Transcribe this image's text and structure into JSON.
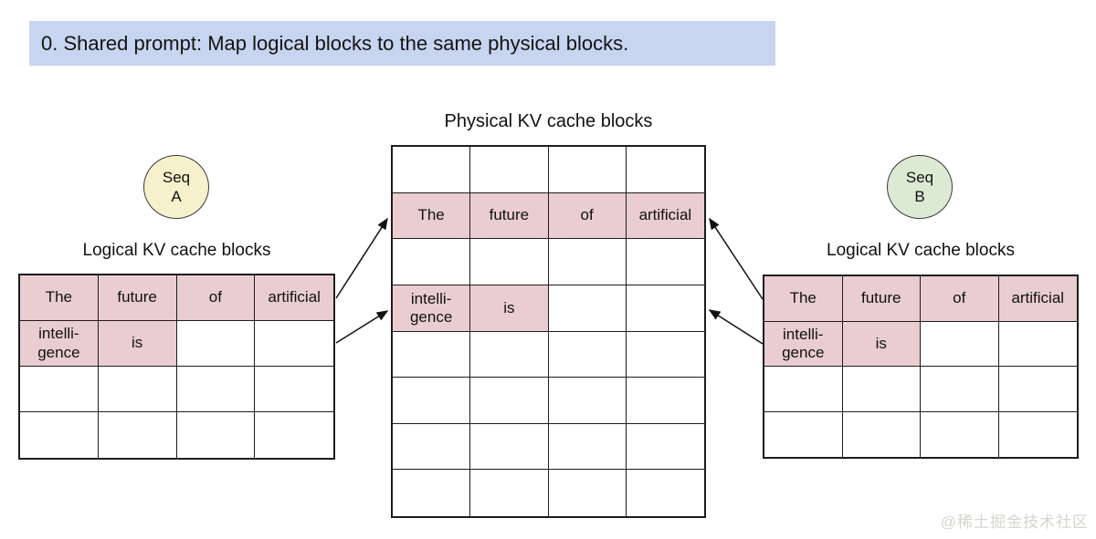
{
  "banner": {
    "label": "0. Shared prompt: Map logical blocks to the same physical blocks."
  },
  "physical": {
    "title": "Physical KV cache blocks",
    "cols": 4,
    "rows": [
      [
        {
          "t": "",
          "f": false
        },
        {
          "t": "",
          "f": false
        },
        {
          "t": "",
          "f": false
        },
        {
          "t": "",
          "f": false
        }
      ],
      [
        {
          "t": "The",
          "f": true
        },
        {
          "t": "future",
          "f": true
        },
        {
          "t": "of",
          "f": true
        },
        {
          "t": "artificial",
          "f": true
        }
      ],
      [
        {
          "t": "",
          "f": false
        },
        {
          "t": "",
          "f": false
        },
        {
          "t": "",
          "f": false
        },
        {
          "t": "",
          "f": false
        }
      ],
      [
        {
          "t": "intelli-\ngence",
          "f": true
        },
        {
          "t": "is",
          "f": true
        },
        {
          "t": "",
          "f": false
        },
        {
          "t": "",
          "f": false
        }
      ],
      [
        {
          "t": "",
          "f": false
        },
        {
          "t": "",
          "f": false
        },
        {
          "t": "",
          "f": false
        },
        {
          "t": "",
          "f": false
        }
      ],
      [
        {
          "t": "",
          "f": false
        },
        {
          "t": "",
          "f": false
        },
        {
          "t": "",
          "f": false
        },
        {
          "t": "",
          "f": false
        }
      ],
      [
        {
          "t": "",
          "f": false
        },
        {
          "t": "",
          "f": false
        },
        {
          "t": "",
          "f": false
        },
        {
          "t": "",
          "f": false
        }
      ],
      [
        {
          "t": "",
          "f": false
        },
        {
          "t": "",
          "f": false
        },
        {
          "t": "",
          "f": false
        },
        {
          "t": "",
          "f": false
        }
      ]
    ]
  },
  "seq_a": {
    "badge_line1": "Seq",
    "badge_line2": "A",
    "label": "Logical KV cache blocks",
    "cols": 4,
    "rows": [
      [
        {
          "t": "The",
          "f": true
        },
        {
          "t": "future",
          "f": true
        },
        {
          "t": "of",
          "f": true
        },
        {
          "t": "artificial",
          "f": true
        }
      ],
      [
        {
          "t": "intelli-\ngence",
          "f": true
        },
        {
          "t": "is",
          "f": true
        },
        {
          "t": "",
          "f": false
        },
        {
          "t": "",
          "f": false
        }
      ],
      [
        {
          "t": "",
          "f": false
        },
        {
          "t": "",
          "f": false
        },
        {
          "t": "",
          "f": false
        },
        {
          "t": "",
          "f": false
        }
      ],
      [
        {
          "t": "",
          "f": false
        },
        {
          "t": "",
          "f": false
        },
        {
          "t": "",
          "f": false
        },
        {
          "t": "",
          "f": false
        }
      ]
    ]
  },
  "seq_b": {
    "badge_line1": "Seq",
    "badge_line2": "B",
    "label": "Logical KV cache blocks",
    "cols": 4,
    "rows": [
      [
        {
          "t": "The",
          "f": true
        },
        {
          "t": "future",
          "f": true
        },
        {
          "t": "of",
          "f": true
        },
        {
          "t": "artificial",
          "f": true
        }
      ],
      [
        {
          "t": "intelli-\ngence",
          "f": true
        },
        {
          "t": "is",
          "f": true
        },
        {
          "t": "",
          "f": false
        },
        {
          "t": "",
          "f": false
        }
      ],
      [
        {
          "t": "",
          "f": false
        },
        {
          "t": "",
          "f": false
        },
        {
          "t": "",
          "f": false
        },
        {
          "t": "",
          "f": false
        }
      ],
      [
        {
          "t": "",
          "f": false
        },
        {
          "t": "",
          "f": false
        },
        {
          "t": "",
          "f": false
        },
        {
          "t": "",
          "f": false
        }
      ]
    ]
  },
  "mappings": [
    {
      "from": "Seq A logical block 0 (The future of artificial)",
      "to": "Physical block row 2"
    },
    {
      "from": "Seq A logical block 1 (intelligence is)",
      "to": "Physical block row 4"
    },
    {
      "from": "Seq B logical block 0 (The future of artificial)",
      "to": "Physical block row 2"
    },
    {
      "from": "Seq B logical block 1 (intelligence is)",
      "to": "Physical block row 4"
    }
  ],
  "colors": {
    "banner_bg": "#c8d5f0",
    "filled_cell": "#e9cdd1",
    "seq_a_bg": "#f6f0cc",
    "seq_b_bg": "#dcead4",
    "table_border": "#1d1d1d"
  },
  "watermark": {
    "text": "@稀土掘金技术社区"
  }
}
